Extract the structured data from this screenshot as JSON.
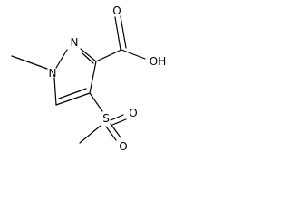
{
  "structure": {
    "atoms": {
      "n1": "N",
      "n2": "N",
      "o_carbonyl": "O",
      "oh": "OH",
      "s": "S",
      "o_sulfonyl_1": "O",
      "o_sulfonyl_2": "O"
    }
  },
  "colors": {
    "line": "#000000",
    "background": "#ffffff"
  }
}
